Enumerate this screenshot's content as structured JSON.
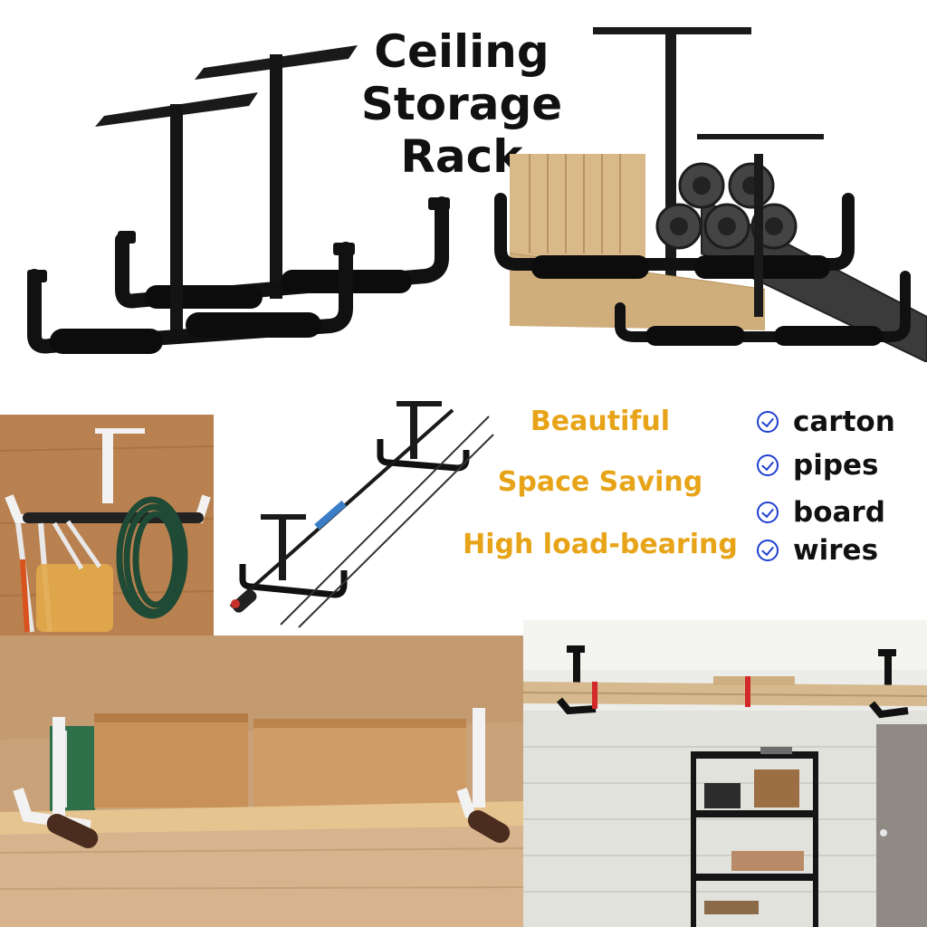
{
  "title_line1": "Ceiling",
  "title_line2": "Storage Rack",
  "features": [
    "Beautiful",
    "Space Saving",
    "High load-bearing"
  ],
  "uses": [
    "carton",
    "pipes",
    "board",
    "wires"
  ],
  "colors": {
    "feature_text": "#e8a418",
    "check_icon": "#1e3fd0",
    "rack_black": "#111111",
    "rack_white": "#f2f2f2",
    "wood": "#d9b98a"
  }
}
